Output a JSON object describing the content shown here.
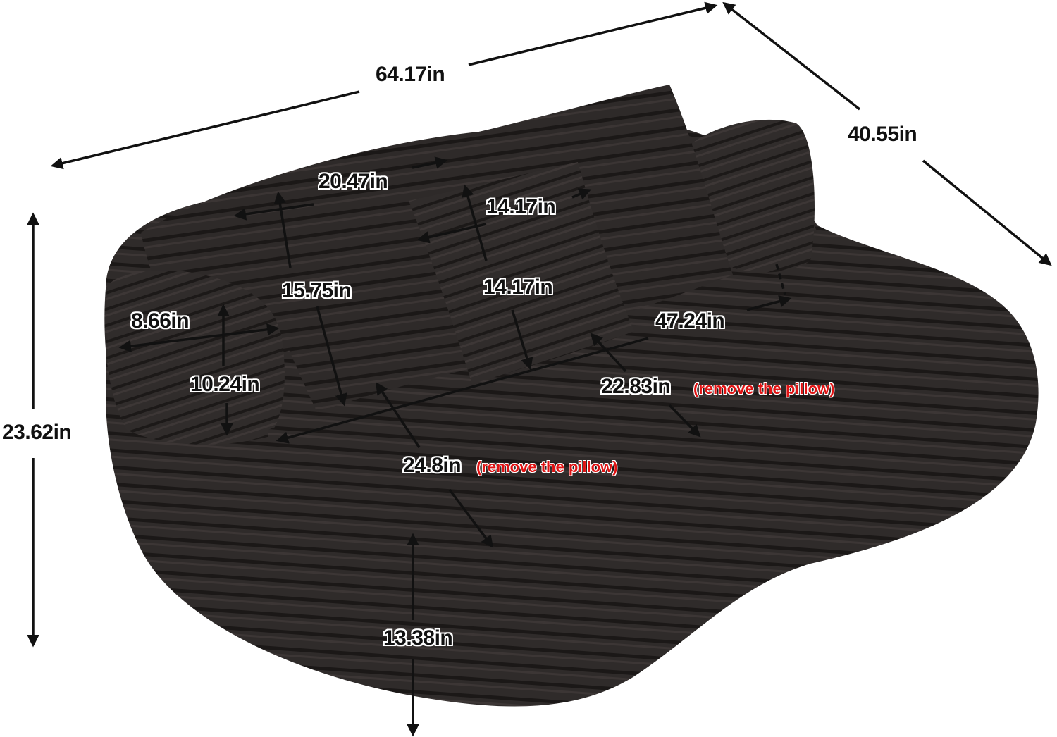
{
  "product": "sofa",
  "colors": {
    "sofa": "#2e2a29",
    "stripe": "#1a1716",
    "highlight": "#4a4443",
    "arrow": "#111111",
    "note": "#e01212"
  },
  "dimensions": {
    "overall_width": "64.17in",
    "overall_depth": "40.55in",
    "overall_height": "23.62in",
    "armrest_width": "8.66in",
    "armrest_height": "10.24in",
    "large_pillow_width": "20.47in",
    "large_pillow_height": "15.75in",
    "small_pillow_width": "14.17in",
    "small_pillow_height": "14.17in",
    "seat_width": "47.24in",
    "seat_depth_right": "22.83in",
    "seat_depth_left": "24.8in",
    "seat_height": "13.38in"
  },
  "notes": {
    "seat_depth_right_note": "(remove the pillow)",
    "seat_depth_left_note": "(remove the pillow)"
  }
}
